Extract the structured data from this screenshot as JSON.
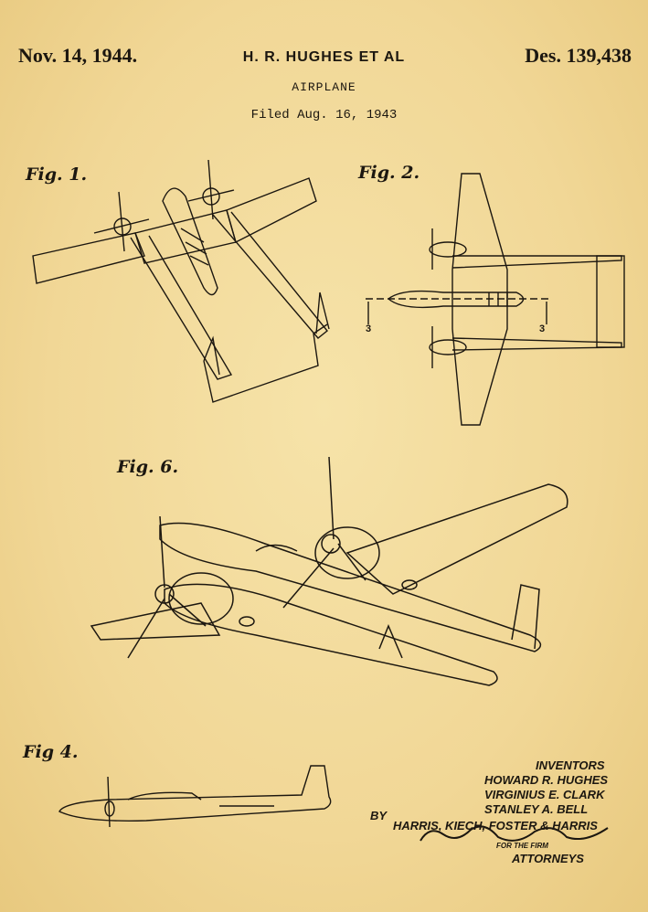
{
  "header": {
    "date": "Nov. 14, 1944.",
    "inventor": "H. R. HUGHES ET AL",
    "design_number": "Des. 139,438"
  },
  "title": "AIRPLANE",
  "filed": "Filed Aug. 16, 1943",
  "figures": {
    "fig1": "Fig. 1.",
    "fig2": "Fig. 2.",
    "fig6": "Fig. 6.",
    "fig4": "Fig 4."
  },
  "section_marks": [
    "3",
    "3"
  ],
  "inventors_block": {
    "heading": "INVENTORS",
    "names": [
      "HOWARD R. HUGHES",
      "VIRGINIUS E. CLARK",
      "STANLEY A. BELL"
    ],
    "by": "BY",
    "firm": "HARRIS, KIECH, FOSTER & HARRIS",
    "for_firm": "FOR THE FIRM",
    "attorneys": "ATTORNEYS"
  },
  "colors": {
    "paper": "#f3dc9e",
    "ink": "#1c1710"
  }
}
